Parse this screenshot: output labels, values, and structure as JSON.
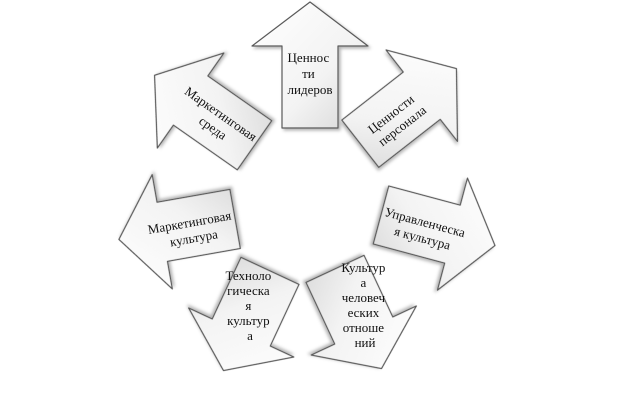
{
  "arrows": [
    {
      "id": "leaders",
      "lines": [
        "Ценнос",
        "ти",
        "лидеров"
      ]
    },
    {
      "id": "personnel",
      "lines": [
        "Ценности",
        "персонала"
      ]
    },
    {
      "id": "management",
      "lines": [
        "Управленческа",
        "я культура"
      ]
    },
    {
      "id": "human-relations",
      "lines": [
        "Культур",
        "а",
        "человеч",
        "еских",
        "отноше",
        "ний"
      ]
    },
    {
      "id": "technological",
      "lines": [
        "Техноло",
        "гическа",
        "я",
        "культур",
        "а"
      ]
    },
    {
      "id": "marketing-culture",
      "lines": [
        "Маркетинговая",
        "культура"
      ]
    },
    {
      "id": "marketing-env",
      "lines": [
        "Маркетинговая",
        "среда"
      ]
    }
  ]
}
